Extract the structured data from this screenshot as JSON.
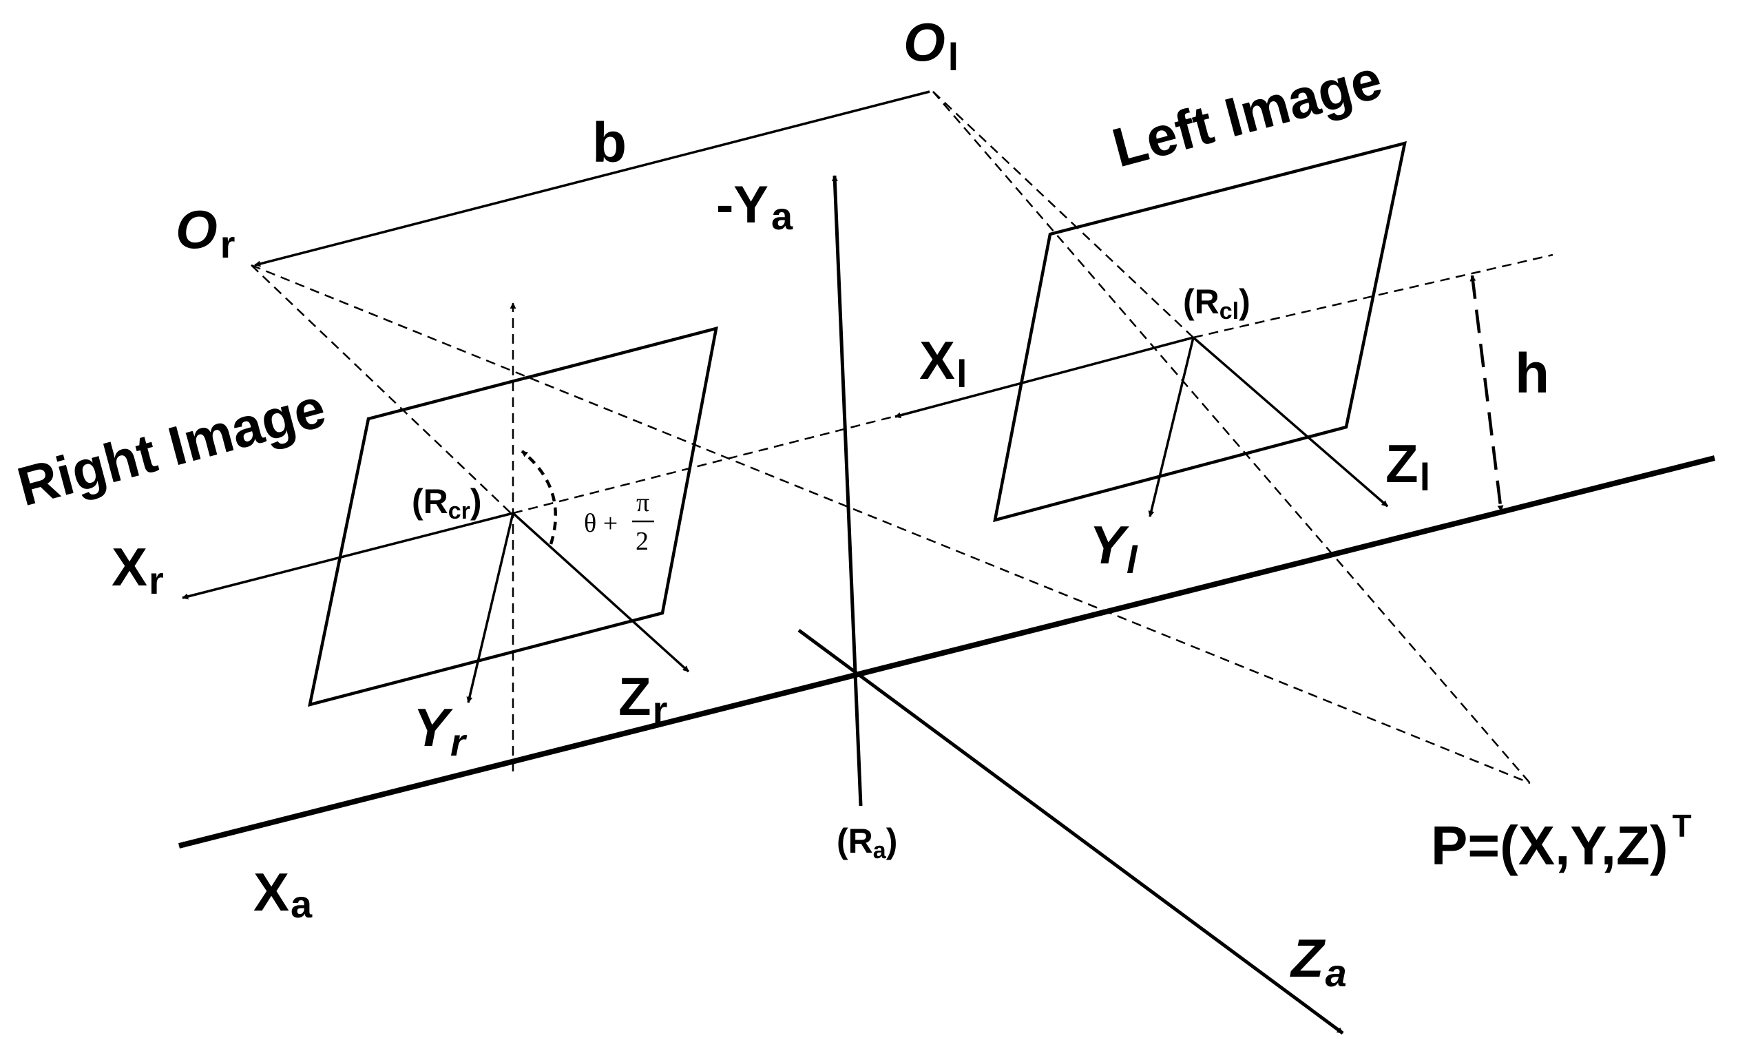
{
  "labels": {
    "ol_main": "O",
    "ol_sub": "l",
    "or_main": "O",
    "or_sub": "r",
    "baseline": "b",
    "left_image": "Left Image",
    "right_image": "Right Image",
    "neg_ya_main": "-Y",
    "neg_ya_sub": "a",
    "rcl_open": "(R",
    "rcl_sub": "cl",
    "rcl_close": ")",
    "rcr_open": "(R",
    "rcr_sub": "cr",
    "rcr_close": ")",
    "ra_open": "(R",
    "ra_sub": "a",
    "ra_close": ")",
    "xl_main": "X",
    "xl_sub": "l",
    "yl_main": "Y",
    "yl_sub": "l",
    "zl_main": "Z",
    "zl_sub": "l",
    "xr_main": "X",
    "xr_sub": "r",
    "yr_main": "Y",
    "yr_sub": "r",
    "zr_main": "Z",
    "zr_sub": "r",
    "xa_main": "X",
    "xa_sub": "a",
    "za_main": "Z",
    "za_sub": "a",
    "h": "h",
    "point": "P=(X,Y,Z)",
    "point_sup": "T",
    "angle_theta": "θ +",
    "angle_pi": "π",
    "angle_two": "2"
  }
}
